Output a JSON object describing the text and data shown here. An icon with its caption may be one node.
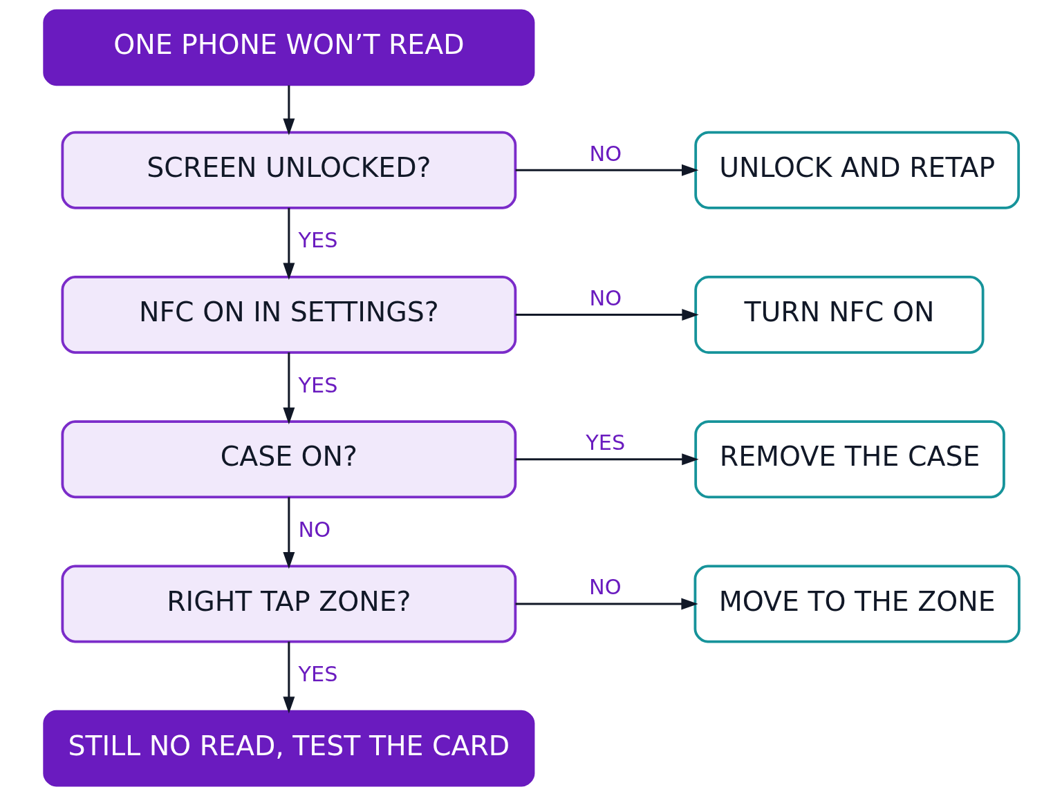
{
  "diagram": {
    "nodes": [
      {
        "text": [
          "ONE PHONE WON’T READ"
        ]
      },
      {
        "text": [
          "SCREEN UNLOCKED?"
        ]
      },
      {
        "text": [
          "UNLOCK AND RETAP"
        ]
      },
      {
        "text": [
          "NFC ON IN SETTINGS?"
        ]
      },
      {
        "text": [
          "TURN NFC ON"
        ]
      },
      {
        "text": [
          "CASE ON?"
        ]
      },
      {
        "text": [
          "REMOVE THE CASE"
        ]
      },
      {
        "text": [
          "RIGHT TAP ZONE?"
        ]
      },
      {
        "text": [
          "MOVE TO THE ZONE"
        ]
      },
      {
        "text": [
          "STILL NO READ, TEST THE CARD"
        ]
      }
    ],
    "edges": [
      {
        "from": 0,
        "to": 1,
        "arrow": "to"
      },
      {
        "from": 1,
        "to": 2,
        "label": "NO",
        "arrow": "to"
      },
      {
        "from": 1,
        "to": 3,
        "label": "YES",
        "arrow": "to"
      },
      {
        "from": 3,
        "to": 4,
        "label": "NO",
        "arrow": "to"
      },
      {
        "from": 3,
        "to": 5,
        "label": "YES",
        "arrow": "to"
      },
      {
        "from": 5,
        "to": 6,
        "label": "YES",
        "arrow": "to"
      },
      {
        "from": 5,
        "to": 7,
        "label": "NO",
        "arrow": "to"
      },
      {
        "from": 7,
        "to": 8,
        "label": "NO",
        "arrow": "to"
      },
      {
        "from": 7,
        "to": 9,
        "label": "YES",
        "arrow": "to"
      }
    ]
  }
}
